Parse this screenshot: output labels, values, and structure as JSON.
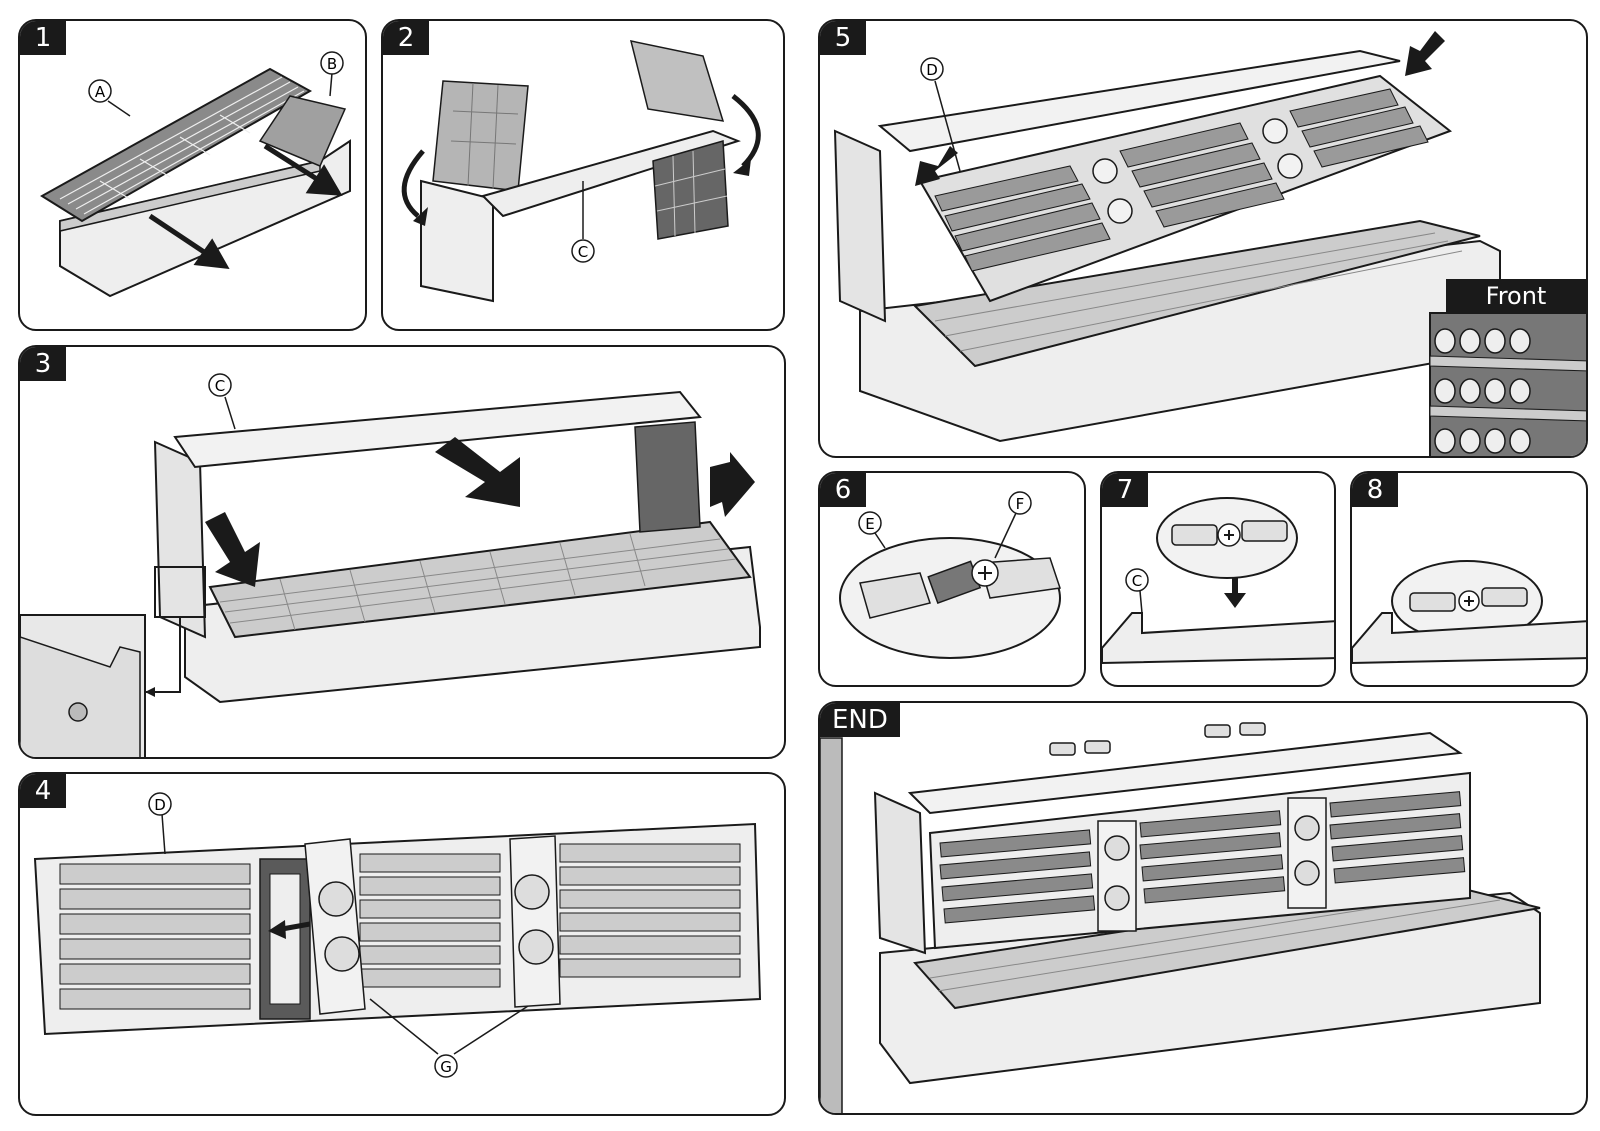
{
  "steps": {
    "s1": "1",
    "s2": "2",
    "s3": "3",
    "s4": "4",
    "s5": "5",
    "s6": "6",
    "s7": "7",
    "s8": "8",
    "end": "END"
  },
  "callouts": {
    "p1_a": "A",
    "p1_b": "B",
    "p2_c": "C",
    "p3_c": "C",
    "p4_d": "D",
    "p4_g": "G",
    "p5_d": "D",
    "p6_e": "E",
    "p6_f": "F",
    "p7_c": "C"
  },
  "front_label": "Front",
  "colors": {
    "ink": "#1a1a1a",
    "fill_light": "#eeeeee",
    "fill_mid": "#bdbdbd",
    "fill_dark": "#555555"
  }
}
